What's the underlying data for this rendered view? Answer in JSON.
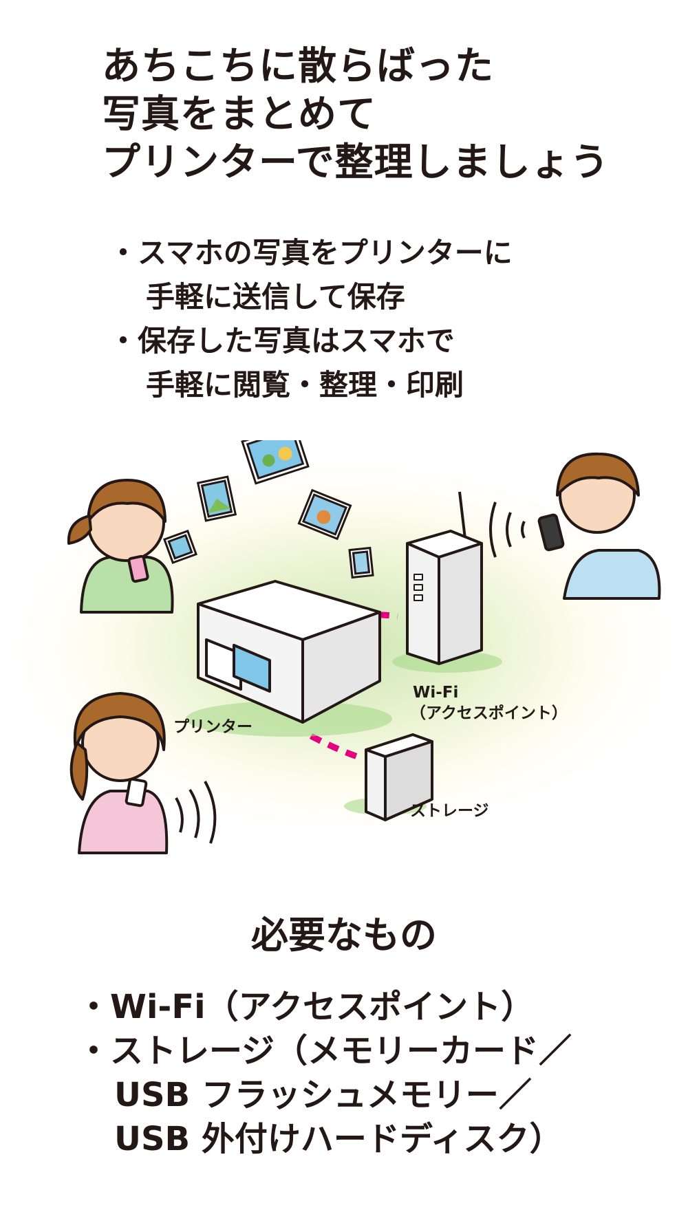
{
  "title": {
    "lines": [
      "あちこちに散らばった",
      "写真をまとめて",
      "プリンターで整理しましょう"
    ]
  },
  "points": {
    "lines": [
      "・スマホの写真をプリンターに",
      "手軽に送信して保存",
      "・保存した写真はスマホで",
      "手軽に閲覧・整理・印刷"
    ]
  },
  "illustration": {
    "labels": {
      "printer": "プリンター",
      "wifi_line1": "Wi-Fi",
      "wifi_line2": "（アクセスポイント）",
      "storage": "ストレージ"
    },
    "colors": {
      "connection": "#e4007f",
      "halo": "#c4e2a6",
      "outline": "#231815"
    }
  },
  "needs": {
    "heading": "必要なもの",
    "lines": [
      "・Wi-Fi（アクセスポイント）",
      "・ストレージ（メモリーカード／",
      "USB フラッシュメモリー／",
      "USB 外付けハードディスク）"
    ]
  }
}
